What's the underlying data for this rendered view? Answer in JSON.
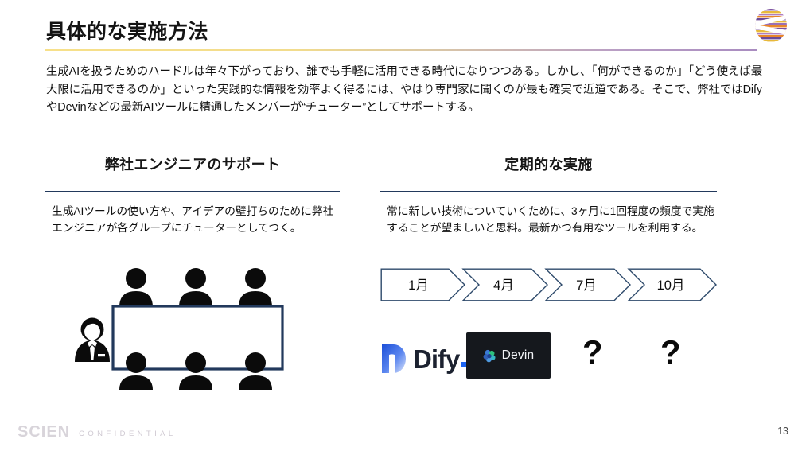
{
  "slide": {
    "title": "具体的な実施方法",
    "page_number": "13",
    "accent_start": "#f7e08a",
    "accent_end": "#a98cc0",
    "rule_color": "#22395c"
  },
  "intro": {
    "text": "生成AIを扱うためのハードルは年々下がっており、誰でも手軽に活用できる時代になりつつある。しかし、「何ができるのか」「どう使えば最大限に活用できるのか」といった実践的な情報を効率よく得るには、やはり専門家に聞くのが最も確実で近道である。そこで、弊社ではDifyやDevinなどの最新AIツールに精通したメンバーが“チューター”としてサポートする。"
  },
  "columns": [
    {
      "heading": "弊社エンジニアのサポート",
      "body": "生成AIツールの使い方や、アイデアの壁打ちのために弊社エンジニアが各グループにチューターとしてつく。"
    },
    {
      "heading": "定期的な実施",
      "body": "常に新しい技術についていくために、3ヶ月に1回程度の頻度で実施することが望ましいと思料。最新かつ有用なツールを利用する。"
    }
  ],
  "timeline": {
    "steps": [
      "1月",
      "4月",
      "7月",
      "10月"
    ],
    "outline_color": "#2e4a6b"
  },
  "logos": [
    {
      "name": "dify",
      "label": "Dify",
      "accent": "#1c64f2"
    },
    {
      "name": "devin",
      "label": "Devin",
      "background": "#15181d"
    },
    {
      "name": "unknown-1",
      "label": "?"
    },
    {
      "name": "unknown-2",
      "label": "?"
    }
  ],
  "illustration": {
    "name": "meeting-table-with-tutor",
    "people_count": 6,
    "tutor_count": 1,
    "table_outline": "#22395c"
  },
  "footer": {
    "logotype": "SCIEN",
    "confidential": "CONFIDENTIAL"
  }
}
